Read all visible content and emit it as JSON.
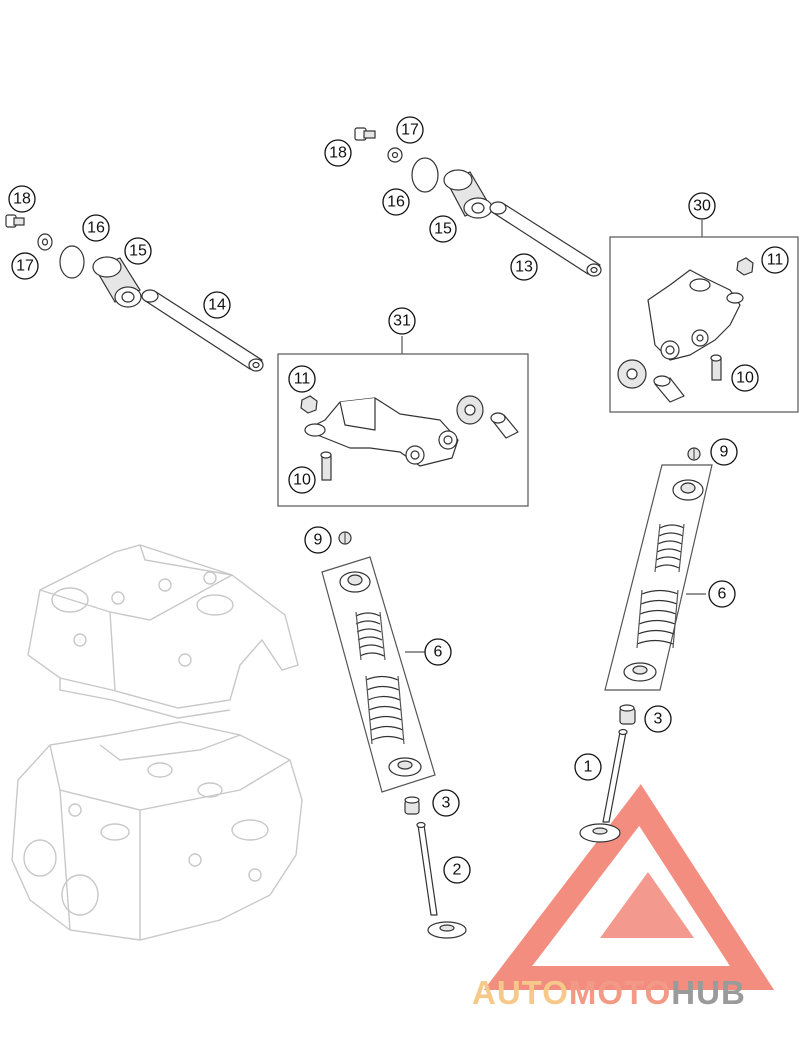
{
  "diagram": {
    "callouts": {
      "c1": "1",
      "c2": "2",
      "c3a": "3",
      "c3b": "3",
      "c6a": "6",
      "c6b": "6",
      "c9a": "9",
      "c9b": "9",
      "c10a": "10",
      "c10b": "10",
      "c11a": "11",
      "c11b": "11",
      "c13": "13",
      "c14": "14",
      "c15a": "15",
      "c15b": "15",
      "c16a": "16",
      "c16b": "16",
      "c17a": "17",
      "c17b": "17",
      "c18a": "18",
      "c18b": "18",
      "c30": "30",
      "c31": "31"
    }
  },
  "watermark": {
    "part1": "AUTO",
    "part2": "MOTO",
    "part3": "HUB",
    "colors": {
      "auto": "#f6c98a",
      "moto": "#f39a86",
      "hub": "#9a9a9a",
      "logo": "#f07a6a"
    }
  }
}
